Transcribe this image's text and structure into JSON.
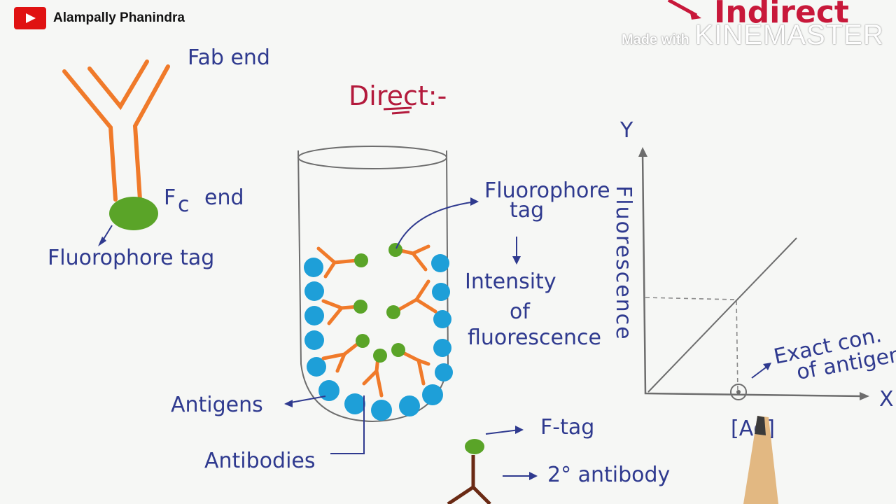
{
  "channel": {
    "name": "Alampally Phanindra",
    "logo_icon": "youtube-play-icon"
  },
  "watermark": {
    "made_with": "Made with",
    "brand": "KINEMASTER"
  },
  "heading": {
    "direct": "Direct:-",
    "indirect": "Indirect"
  },
  "antibody_diagram": {
    "fab_label": "Fab end",
    "fc_label_main": "F",
    "fc_label_sub": "c",
    "fc_label_rest": "end",
    "tag_label": "Fluorophore tag"
  },
  "tube": {
    "fluoro_label_line1": "Fluorophore",
    "fluoro_label_line2": "tag",
    "intensity_line1": "Intensity",
    "intensity_line2": "of",
    "intensity_line3": "fluorescence",
    "antigens_label": "Antigens",
    "antibodies_label": "Antibodies"
  },
  "graph": {
    "y_label": "Y",
    "x_label": "X",
    "y_axis_title": "Fluorescence",
    "exact_line1": "Exact con.",
    "exact_line2": "of antigen",
    "x_marker": "[Ag]"
  },
  "secondary": {
    "ftag_label": "F-tag",
    "antibody_label": "2° antibody"
  },
  "colors": {
    "ink_blue": "#2f3a8f",
    "ink_red": "#b31a3c",
    "orange": "#f07a2a",
    "green": "#5aa428",
    "antigen_blue": "#1e9fd8",
    "pencil": "#6d6d6d"
  }
}
